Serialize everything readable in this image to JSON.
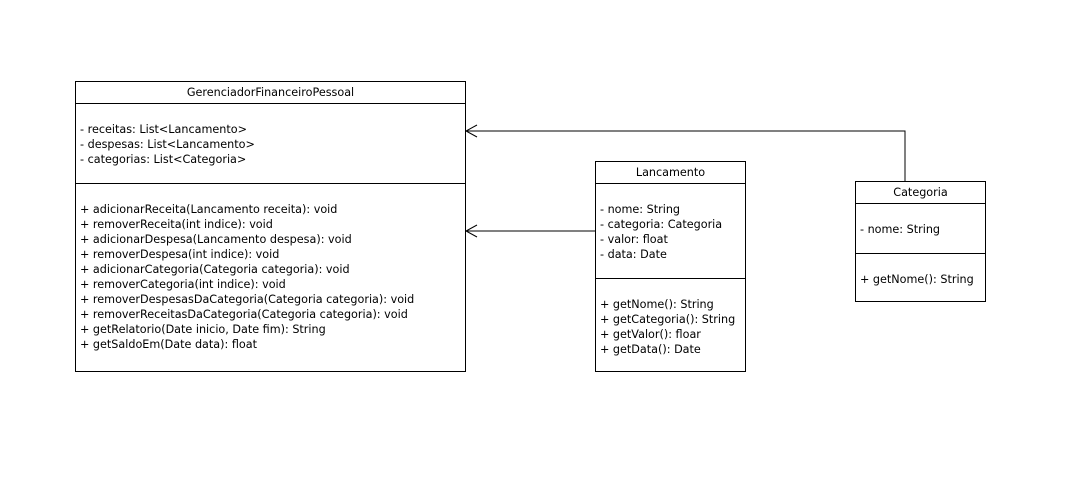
{
  "classes": {
    "gerenciador": {
      "name": "GerenciadorFinanceiroPessoal",
      "attributes": [
        "- receitas: List<Lancamento>",
        "- despesas: List<Lancamento>",
        "- categorias: List<Categoria>"
      ],
      "methods": [
        "+ adicionarReceita(Lancamento receita): void",
        "+ removerReceita(int indice): void",
        "+ adicionarDespesa(Lancamento despesa): void",
        "+ removerDespesa(int indice): void",
        "+ adicionarCategoria(Categoria categoria): void",
        "+ removerCategoria(int indice): void",
        "+ removerDespesasDaCategoria(Categoria categoria): void",
        "+ removerReceitasDaCategoria(Categoria categoria): void",
        "+ getRelatorio(Date inicio, Date fim): String",
        "+ getSaldoEm(Date data): float"
      ]
    },
    "lancamento": {
      "name": "Lancamento",
      "attributes": [
        "- nome: String",
        "- categoria: Categoria",
        "- valor: float",
        "- data: Date"
      ],
      "methods": [
        "+ getNome(): String",
        "+ getCategoria(): String",
        "+ getValor(): floar",
        "+ getData(): Date"
      ]
    },
    "categoria": {
      "name": "Categoria",
      "attributes": [
        "- nome: String"
      ],
      "methods": [
        "+ getNome(): String"
      ]
    }
  }
}
